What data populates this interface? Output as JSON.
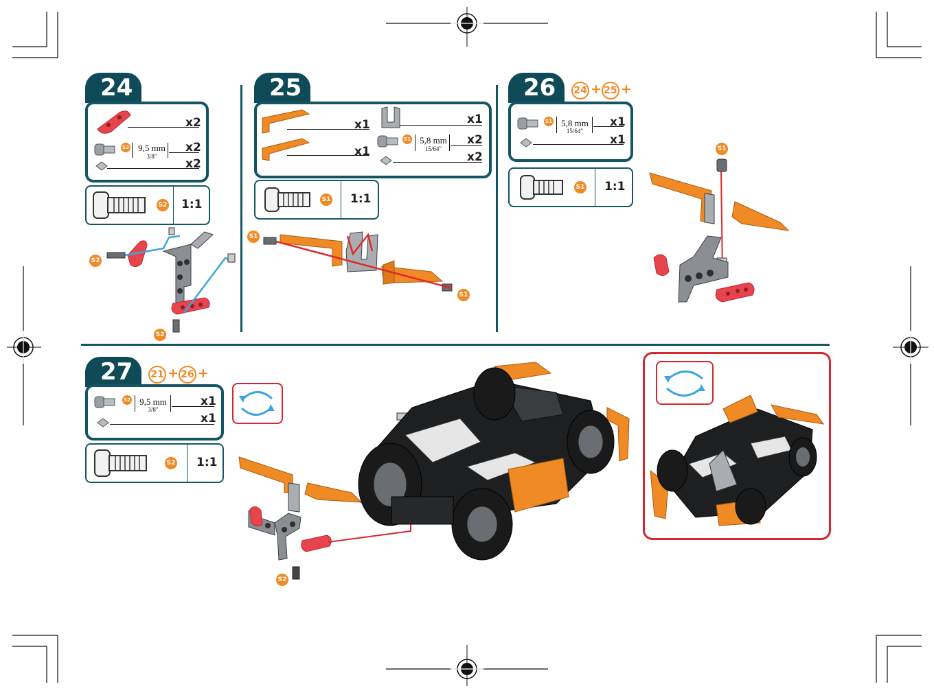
{
  "steps": [
    {
      "number": "24",
      "parts": [
        {
          "qty": "x2"
        },
        {
          "dim_badge": "S2",
          "dim": "9,5 mm",
          "dim_sub": "3/8\"",
          "qty": "x2"
        },
        {
          "qty": "x2"
        }
      ],
      "screw": {
        "badge": "S2",
        "ratio": "1:1"
      },
      "callouts": [
        "S2",
        "S2"
      ]
    },
    {
      "number": "25",
      "parts": [
        {
          "qty": "x1"
        },
        {
          "qty": "x1"
        },
        {
          "qty": "x1"
        },
        {
          "dim_badge": "S1",
          "dim": "5,8 mm",
          "dim_sub": "15/64\"",
          "qty": "x2"
        },
        {
          "qty": "x2"
        }
      ],
      "screw": {
        "badge": "S1",
        "ratio": "1:1"
      },
      "callouts": [
        "S1",
        "S1"
      ]
    },
    {
      "number": "26",
      "refs": [
        "24",
        "25"
      ],
      "parts": [
        {
          "dim_badge": "S1",
          "dim": "5,8 mm",
          "dim_sub": "15/64\"",
          "qty": "x1"
        },
        {
          "qty": "x1"
        }
      ],
      "screw": {
        "badge": "S1",
        "ratio": "1:1"
      },
      "callouts": [
        "S1"
      ]
    },
    {
      "number": "27",
      "refs": [
        "21",
        "26"
      ],
      "parts": [
        {
          "dim_badge": "S2",
          "dim": "9,5 mm",
          "dim_sub": "3/8\"",
          "qty": "x1"
        },
        {
          "qty": "x1"
        }
      ],
      "screw": {
        "badge": "S2",
        "ratio": "1:1"
      },
      "callouts": [
        "S2"
      ]
    }
  ],
  "ref_plus": "+",
  "icons": [
    "rotate-arrows-icon",
    "registration-mark-icon",
    "crop-mark-icon"
  ],
  "colors": {
    "step_teal": "#0f4a58",
    "badge_orange": "#f08a24",
    "frame_red": "#d6262f",
    "guide_blue": "#3aa6dd",
    "guide_red": "#e02a2a"
  }
}
